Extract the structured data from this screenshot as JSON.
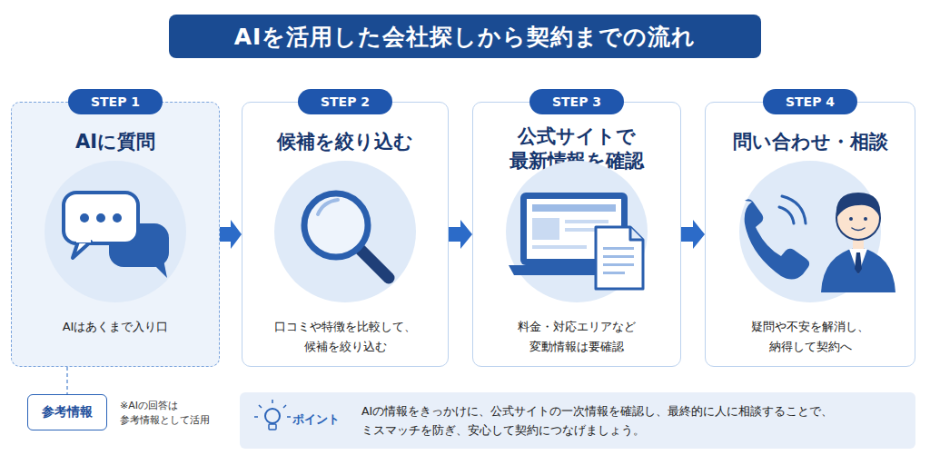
{
  "diagram": {
    "title": "AIを活用した会社探しから契約までの流れ",
    "nodes": [
      {
        "text": [
          "AIに質問",
          "AIはあくまで入り口"
        ]
      },
      {
        "text": [
          "STEP 1"
        ],
        "in": 0
      },
      {
        "text": [
          "候補を絞り込む",
          "口コミや特徴を比較して、 候補を絞り込む"
        ]
      },
      {
        "text": [
          "STEP 2"
        ],
        "in": 2
      },
      {
        "text": [
          "公式サイトで 最新情報を確認",
          "料金・対応エリアなど 変動情報は要確認"
        ]
      },
      {
        "text": [
          "STEP 3"
        ],
        "in": 4
      },
      {
        "text": [
          "問い合わせ・相談",
          "疑問や不安を解消し、 納得して契約へ"
        ]
      },
      {
        "text": [
          "STEP 4"
        ],
        "in": 6
      },
      {
        "text": [
          "参考情報"
        ]
      },
      {
        "text": [
          "ポイント",
          "AIの情報をきっかけに、公式サイトの一次情報を確認し、最終的に人に相談することで、 ミスマッチを防ぎ、安心して契約につなげましょう。"
        ]
      }
    ],
    "edges": [
      {
        "from": 0,
        "to": 2,
        "arrow": "to"
      },
      {
        "from": 2,
        "to": 4,
        "arrow": "to"
      },
      {
        "from": 4,
        "to": 6,
        "arrow": "to"
      },
      {
        "from": 0,
        "to": 8,
        "arrow": "none"
      }
    ],
    "labels": [
      "※AIの回答は 参考情報として活用"
    ]
  }
}
